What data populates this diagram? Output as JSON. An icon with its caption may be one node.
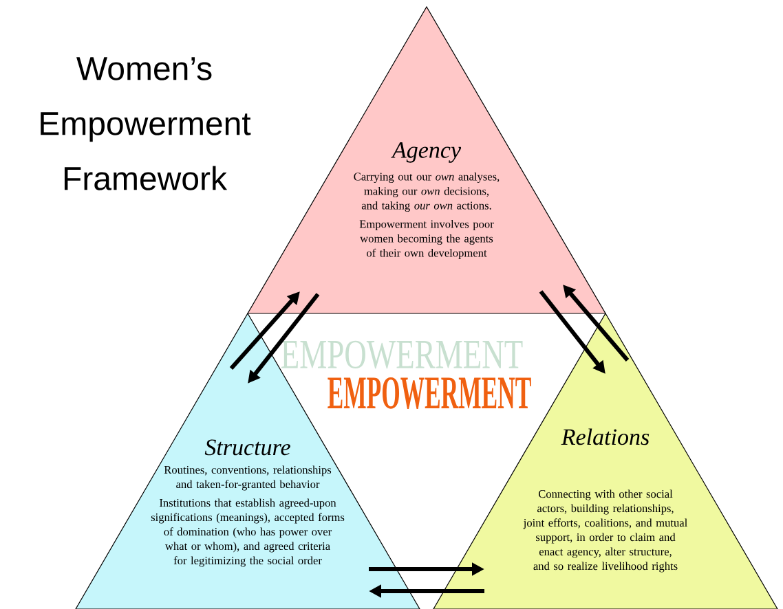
{
  "diagram": {
    "title": "Women’s Empowerment Framework",
    "nodes": [
      {
        "text": [
          "Agency",
          "Carrying out our *own* analyses, making our *own* decisions, and taking *our own* actions.",
          "Empowerment involves poor women becoming the agents of their own development"
        ]
      },
      {
        "text": [
          "Structure",
          "Routines, conventions, relationships and taken-for-granted behavior",
          "Institutions that establish agreed-upon significations (meanings), accepted forms of domination (who has power over what or whom), and agreed criteria for legitimizing the social order"
        ]
      },
      {
        "text": [
          "Relations",
          "Connecting with other social actors, building relationships, joint efforts, coalitions, and mutual support, in order to claim and enact agency, alter structure, and so realize livelihood rights"
        ]
      }
    ],
    "edges": [
      {
        "from": 1,
        "to": 0,
        "arrow": "to"
      },
      {
        "from": 0,
        "to": 1,
        "arrow": "to"
      },
      {
        "from": 0,
        "to": 2,
        "arrow": "to"
      },
      {
        "from": 2,
        "to": 0,
        "arrow": "to"
      },
      {
        "from": 1,
        "to": 2,
        "arrow": "to"
      },
      {
        "from": 2,
        "to": 1,
        "arrow": "to"
      }
    ],
    "labels": [
      "EMPOWERMENT",
      "EMPOWERMENT"
    ]
  }
}
